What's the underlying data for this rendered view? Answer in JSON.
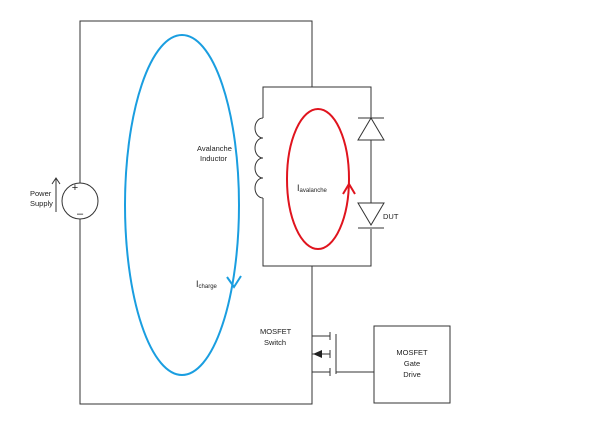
{
  "labels": {
    "power_supply": [
      "Power",
      "Supply"
    ],
    "avalanche_inductor": [
      "Avalanche",
      "Inductor"
    ],
    "i_avalanche": {
      "main": "I",
      "sub": "avalanche"
    },
    "dut": "DUT",
    "i_charge": {
      "main": "I",
      "sub": "charge"
    },
    "mosfet_switch": [
      "MOSFET",
      "Switch"
    ],
    "gate_drive": [
      "MOSFET",
      "Gate",
      "Drive"
    ]
  },
  "source_polarity": {
    "plus": "+",
    "minus": "–"
  },
  "colors": {
    "charge_loop": "#1a9ee0",
    "avalanche_loop": "#e0141e",
    "wire": "#333333"
  }
}
